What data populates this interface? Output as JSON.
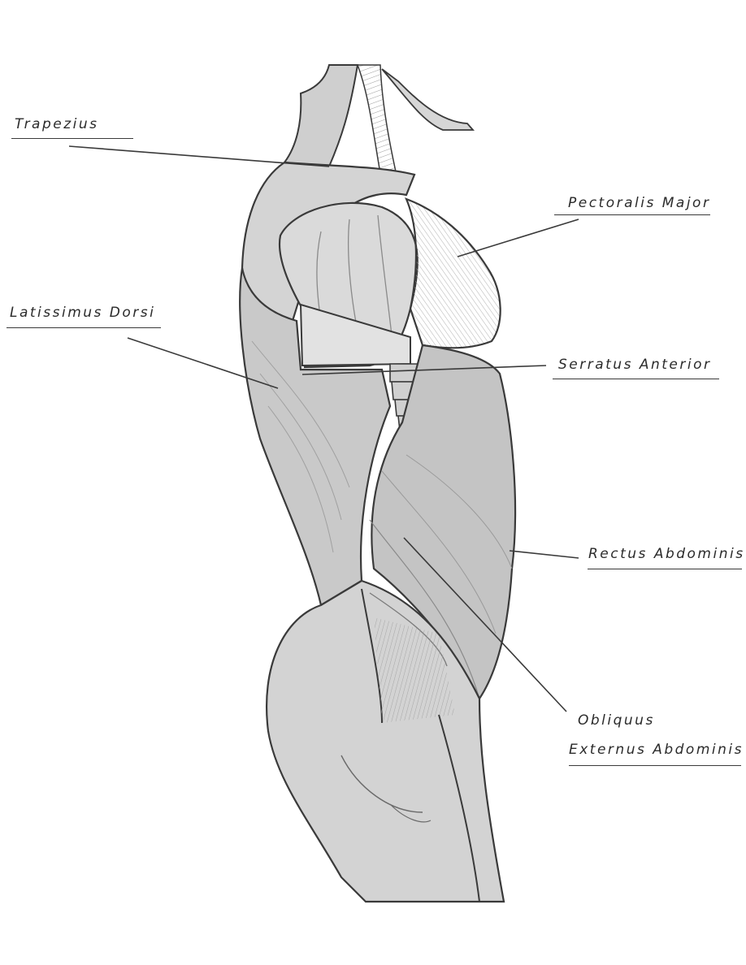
{
  "labels": {
    "trapezius": "Trapezius",
    "pectoralis_major": "Pectoralis Major",
    "latissimus_dorsi": "Latissimus Dorsi",
    "serratus_anterior": "Serratus Anterior",
    "rectus_abdominis": "Rectus Abdominis",
    "obliquus_line1": "Obliquus",
    "obliquus_line2": "Externus Abdominis"
  },
  "colors": {
    "background": "#ffffff",
    "ink": "#2b2b2b",
    "shade_light": "#d9d9d9",
    "shade_mid": "#b5b5b5",
    "shade_dark": "#8a8a8a"
  }
}
